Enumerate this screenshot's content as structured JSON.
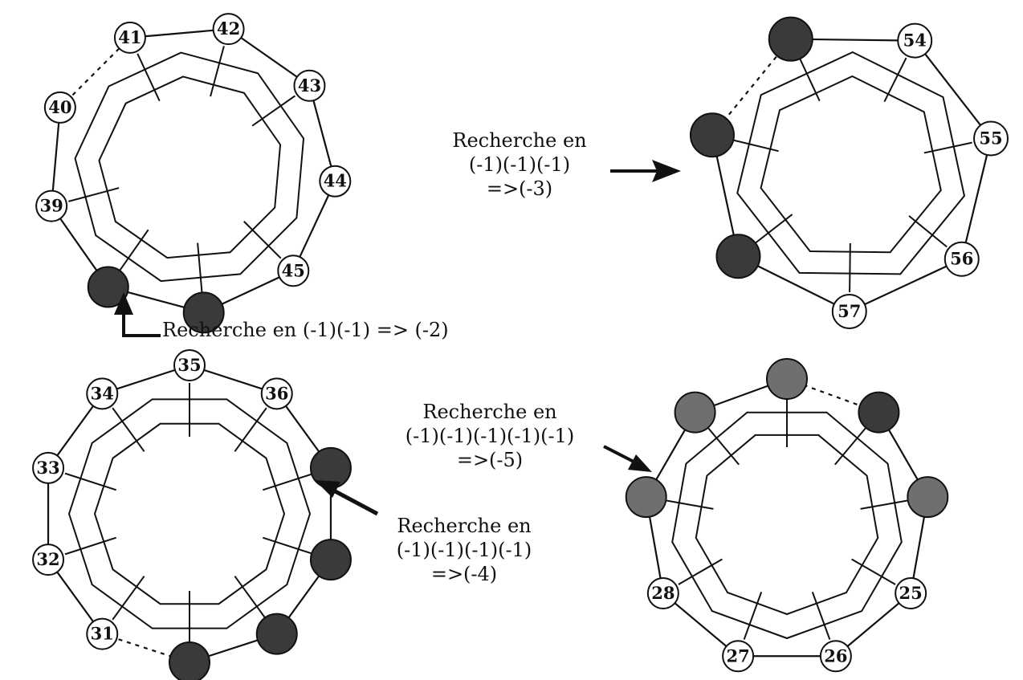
{
  "colors": {
    "ink": "#111111",
    "node_fill_empty": "#ffffff",
    "node_fill_dark": "#3a3a3a",
    "node_fill_grey": "#6f6f6f",
    "background": "#ffffff"
  },
  "captions": {
    "top_left": {
      "lines": [
        "Recherche en (-1)(-1) => (-2)"
      ]
    },
    "top_right": {
      "lines": [
        "Recherche en",
        "(-1)(-1)(-1)",
        "=>(-3)"
      ]
    },
    "bottom_right": {
      "lines": [
        "Recherche en",
        "(-1)(-1)(-1)(-1)(-1)",
        "=>(-5)"
      ]
    },
    "bottom_left": {
      "lines": [
        "Recherche en",
        "(-1)(-1)(-1)(-1)",
        "=>(-4)"
      ]
    }
  },
  "rings": [
    {
      "id": "ring-top-left",
      "nodes": [
        {
          "label": "41",
          "fill": "empty"
        },
        {
          "label": "42",
          "fill": "empty"
        },
        {
          "label": "43",
          "fill": "empty"
        },
        {
          "label": "44",
          "fill": "empty"
        },
        {
          "label": "45",
          "fill": "empty"
        },
        {
          "label": "",
          "fill": "dark"
        },
        {
          "label": "",
          "fill": "dark"
        },
        {
          "label": "39",
          "fill": "empty"
        },
        {
          "label": "40",
          "fill": "empty"
        }
      ]
    },
    {
      "id": "ring-top-right",
      "nodes": [
        {
          "label": "",
          "fill": "dark"
        },
        {
          "label": "54",
          "fill": "empty"
        },
        {
          "label": "55",
          "fill": "empty"
        },
        {
          "label": "56",
          "fill": "empty"
        },
        {
          "label": "57",
          "fill": "empty"
        },
        {
          "label": "",
          "fill": "dark"
        },
        {
          "label": "",
          "fill": "dark"
        }
      ]
    },
    {
      "id": "ring-bottom-left",
      "nodes": [
        {
          "label": "35",
          "fill": "empty"
        },
        {
          "label": "36",
          "fill": "empty"
        },
        {
          "label": "",
          "fill": "dark"
        },
        {
          "label": "",
          "fill": "dark"
        },
        {
          "label": "",
          "fill": "dark"
        },
        {
          "label": "",
          "fill": "dark"
        },
        {
          "label": "31",
          "fill": "empty"
        },
        {
          "label": "32",
          "fill": "empty"
        },
        {
          "label": "33",
          "fill": "empty"
        },
        {
          "label": "34",
          "fill": "empty"
        }
      ]
    },
    {
      "id": "ring-bottom-right",
      "nodes": [
        {
          "label": "",
          "fill": "grey"
        },
        {
          "label": "",
          "fill": "dark"
        },
        {
          "label": "",
          "fill": "grey"
        },
        {
          "label": "25",
          "fill": "empty"
        },
        {
          "label": "26",
          "fill": "empty"
        },
        {
          "label": "27",
          "fill": "empty"
        },
        {
          "label": "28",
          "fill": "empty"
        },
        {
          "label": "",
          "fill": "grey"
        },
        {
          "label": "",
          "fill": "grey"
        }
      ]
    }
  ]
}
